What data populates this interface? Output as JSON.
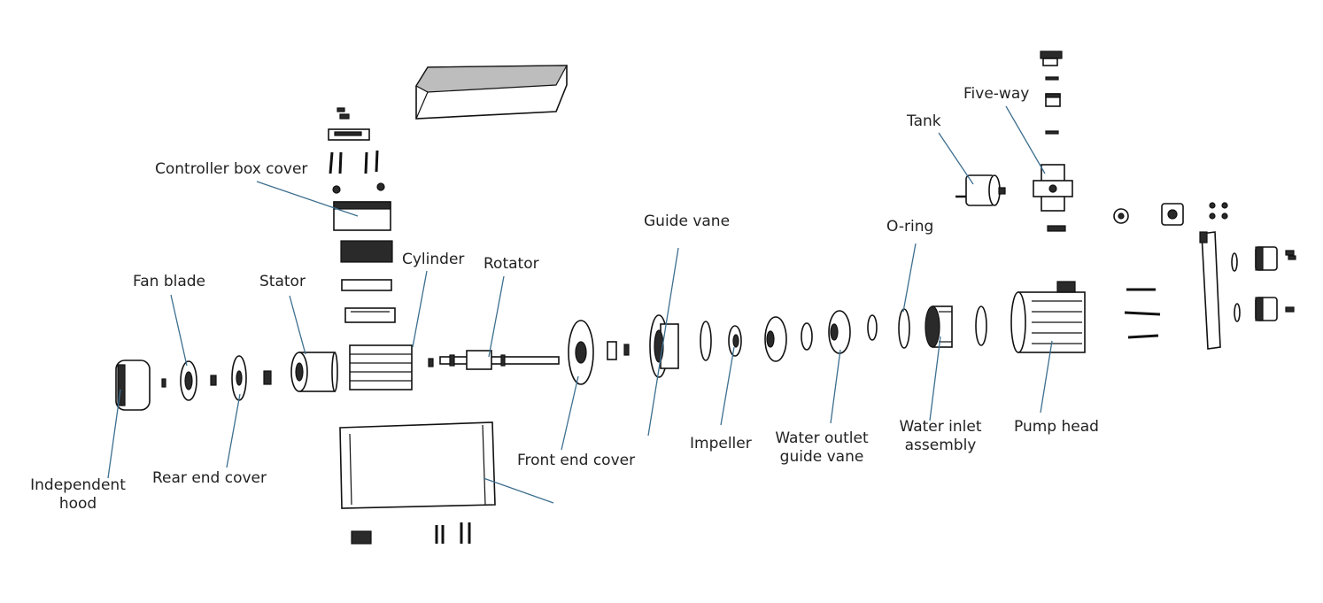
{
  "diagram": {
    "labels": {
      "controller_box_cover": "Controller box cover",
      "fan_blade": "Fan blade",
      "stator": "Stator",
      "cylinder": "Cylinder",
      "rotator": "Rotator",
      "guide_vane": "Guide vane",
      "o_ring": "O-ring",
      "tank": "Tank",
      "five_way": "Five-way",
      "independent_hood_line1": "Independent",
      "independent_hood_line2": "hood",
      "rear_end_cover": "Rear end cover",
      "front_end_cover": "Front end cover",
      "impeller": "Impeller",
      "water_outlet_guide_vane_line1": "Water outlet",
      "water_outlet_guide_vane_line2": "guide vane",
      "water_inlet_assembly_line1": "Water inlet",
      "water_inlet_assembly_line2": "assembly",
      "pump_head": "Pump head"
    }
  }
}
